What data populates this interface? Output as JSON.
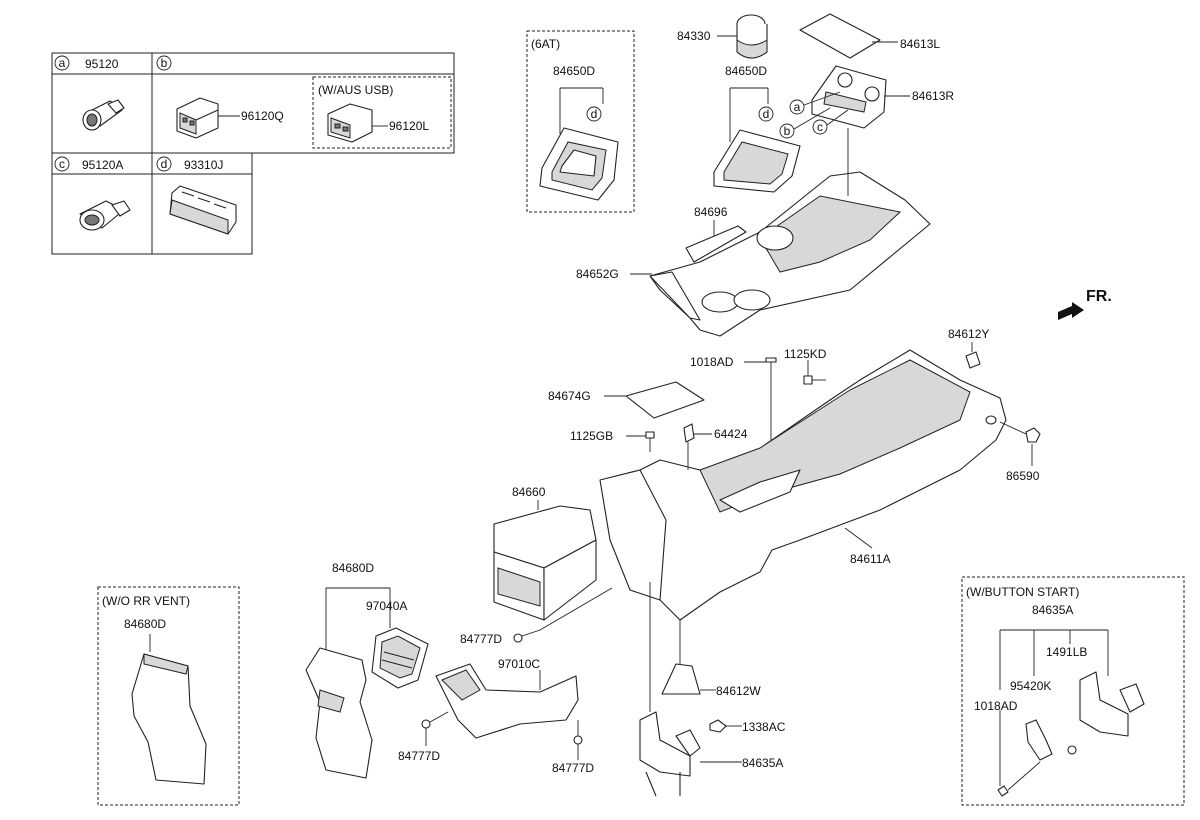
{
  "legend": {
    "cells": [
      {
        "letter": "a",
        "part": "95120"
      },
      {
        "letter": "b",
        "part": ""
      },
      {
        "letter": "c",
        "part": "95120A"
      },
      {
        "letter": "d",
        "part": "93310J"
      }
    ],
    "b_parts": {
      "main": "96120Q",
      "usb_title": "(W/AUS  USB)",
      "usb": "96120L"
    }
  },
  "boxes": {
    "at6": {
      "title": "(6AT)",
      "part": "84650D",
      "marker": "d"
    },
    "wo_rr_vent": {
      "title": "(W/O RR VENT)",
      "part": "84680D"
    },
    "button_start": {
      "title": "(W/BUTTON START)",
      "parts": [
        "84635A",
        "95420K",
        "1491LB",
        "1018AD"
      ]
    }
  },
  "fr_label": "FR.",
  "markers": [
    "d",
    "a",
    "b",
    "c"
  ],
  "labels": {
    "p84330": "84330",
    "p84613L": "84613L",
    "p84650D": "84650D",
    "p84613R": "84613R",
    "p84696": "84696",
    "p84652G": "84652G",
    "p84612Y": "84612Y",
    "p1018AD": "1018AD",
    "p1125KD": "1125KD",
    "p84674G": "84674G",
    "p1125GB": "1125GB",
    "p64424": "64424",
    "p86590": "86590",
    "p84660": "84660",
    "p84611A": "84611A",
    "p84680D": "84680D",
    "p97040A": "97040A",
    "p84777D_a": "84777D",
    "p97010C": "97010C",
    "p84777D_b": "84777D",
    "p84777D_c": "84777D",
    "p84612W": "84612W",
    "p1338AC": "1338AC",
    "p84635A": "84635A"
  }
}
